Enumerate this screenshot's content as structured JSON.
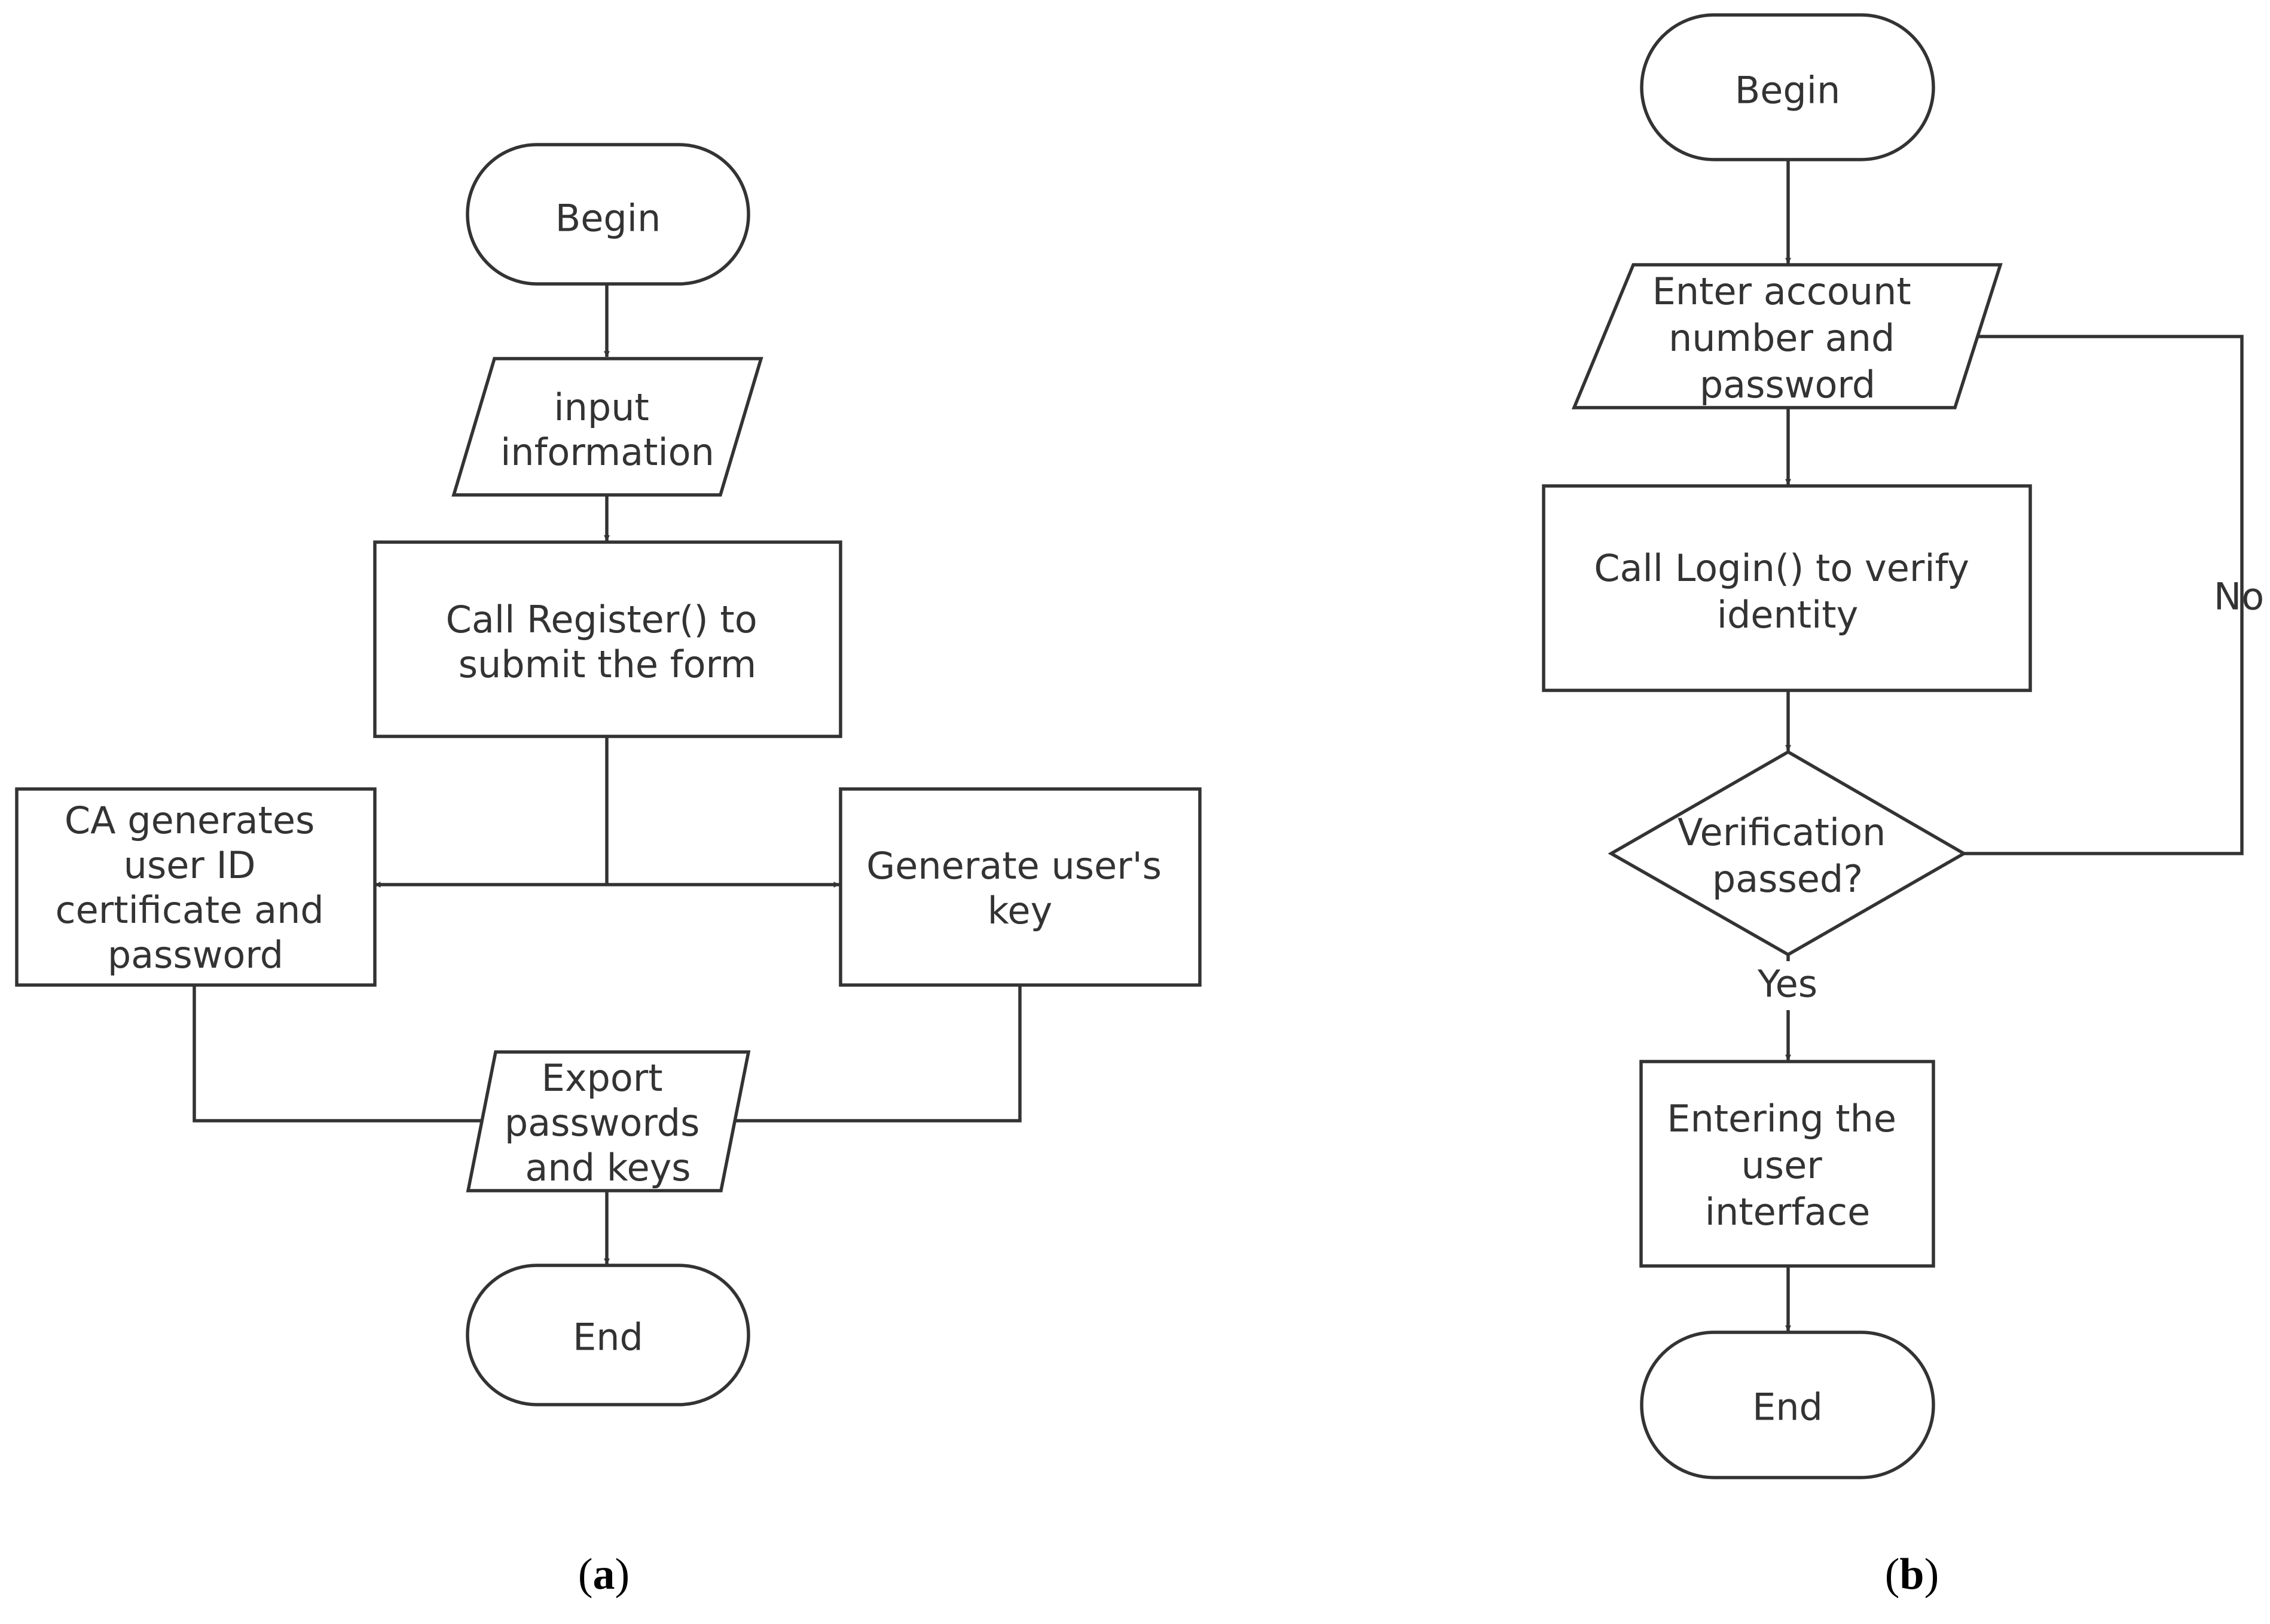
{
  "diagram_a": {
    "begin": "Begin",
    "input": [
      "input",
      "information"
    ],
    "register": [
      "Call Register() to",
      "submit the form"
    ],
    "ca": [
      "CA generates",
      "user ID",
      "certificate and",
      "password"
    ],
    "genkey": [
      "Generate user's",
      "key"
    ],
    "export": [
      "Export",
      "passwords",
      "and keys"
    ],
    "end": "End",
    "caption": {
      "open": "(",
      "letter": "a",
      "close": ")"
    }
  },
  "diagram_b": {
    "begin": "Begin",
    "enter": [
      "Enter account",
      "number and",
      "password"
    ],
    "login": [
      "Call Login() to verify",
      "identity"
    ],
    "verify": [
      "Verification",
      "passed?"
    ],
    "yes_label": "Yes",
    "no_label": "No",
    "ui": [
      "Entering the",
      "user",
      "interface"
    ],
    "end": "End",
    "caption": {
      "open": "(",
      "letter": "b",
      "close": ")"
    }
  },
  "colors": {
    "stroke": "#333333",
    "text": "#333333",
    "background": "#ffffff"
  }
}
